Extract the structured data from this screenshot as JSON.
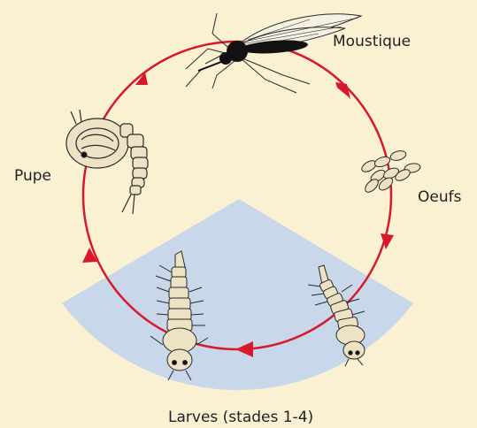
{
  "labels": {
    "adult": "Moustique",
    "eggs": "Oeufs",
    "larvae": "Larves (stades 1-4)",
    "pupa": "Pupe"
  },
  "colors": {
    "background": "#faf0d2",
    "water": "#c8d7e9",
    "cycle": "#d7192c",
    "organism_fill": "#ede3c4",
    "outline": "#2a2a2a",
    "mosquito_body": "#111111"
  },
  "icons": [
    "mosquito-icon",
    "eggs-icon",
    "larva-icon",
    "pupa-icon"
  ]
}
